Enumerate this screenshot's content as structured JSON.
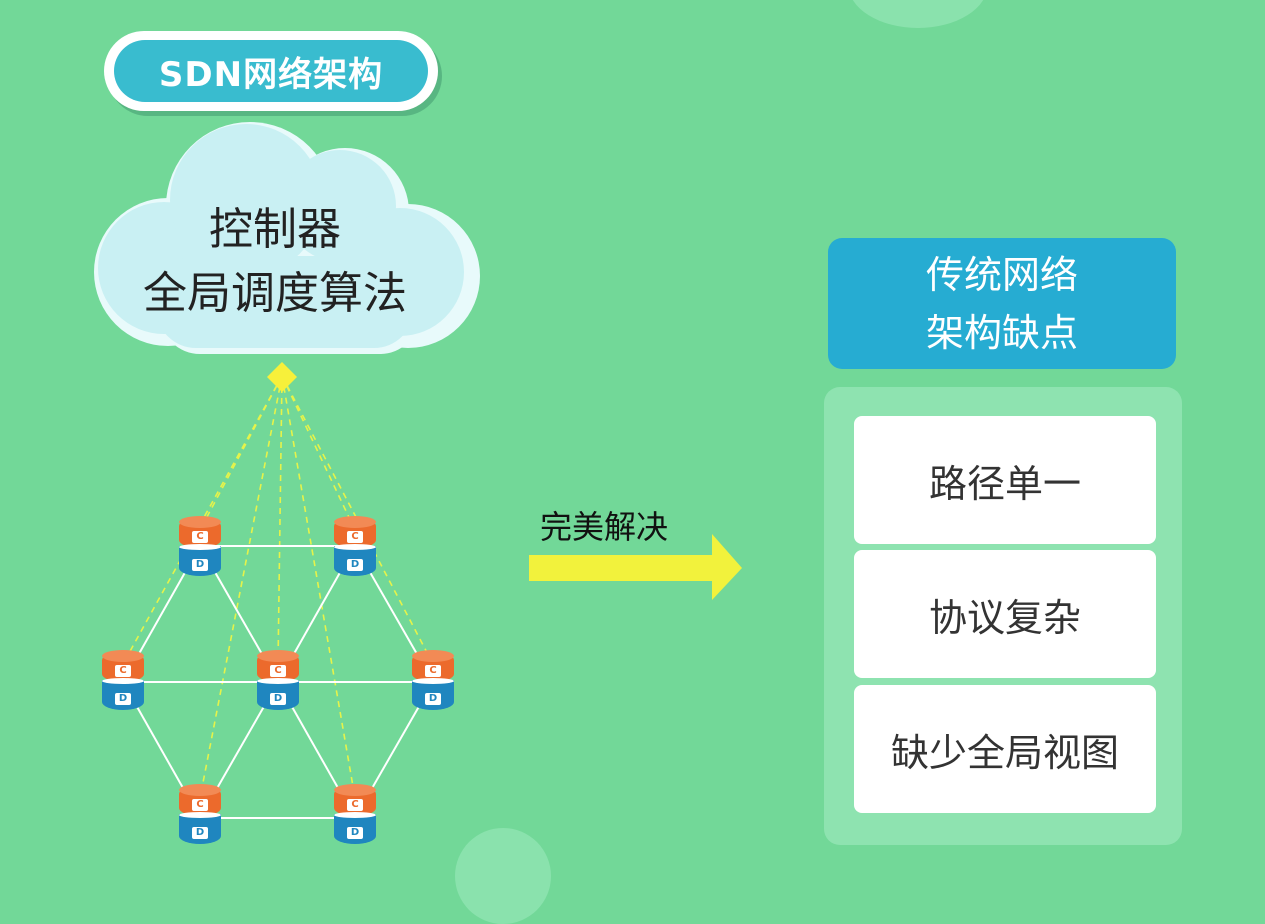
{
  "title_badge": "SDN网络架构",
  "controller": {
    "line1": "控制器",
    "line2": "全局调度算法"
  },
  "node_labels": {
    "control": "C",
    "data": "D"
  },
  "arrow_label": "完美解决",
  "traditional": {
    "header_line1": "传统网络",
    "header_line2": "架构缺点",
    "drawbacks": [
      "路径单一",
      "协议复杂",
      "缺少全局视图"
    ]
  },
  "colors": {
    "background": "#72d898",
    "cloud": "#c9f0f3",
    "controller_point": "#f7f03a",
    "node_control": "#ec6a2c",
    "node_data": "#1f86bf",
    "arrow": "#f2f23c",
    "header": "#26acd2"
  }
}
